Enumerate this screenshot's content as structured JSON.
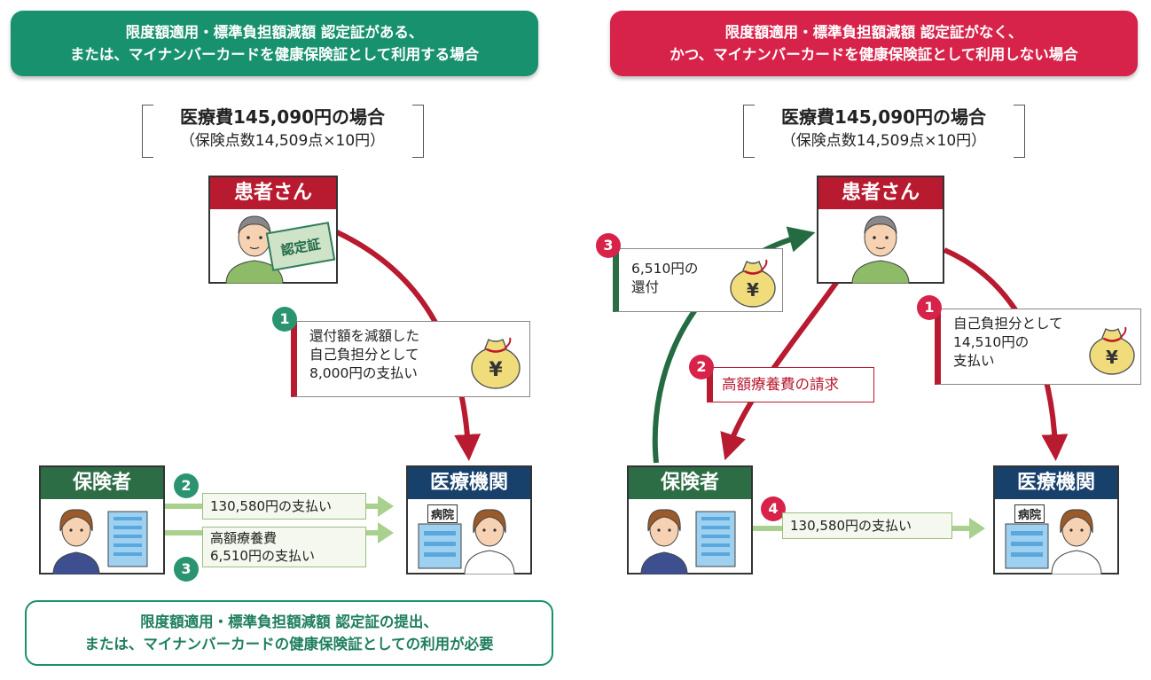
{
  "left": {
    "banner": [
      "限度額適用・標準負担額減額 認定証がある、",
      "または、マイナンバーカードを健康保険証として利用する場合"
    ],
    "case_title": "医療費145,090円の場合",
    "case_sub": "（保険点数14,509点×10円）",
    "patient_label": "患者さん",
    "certificate_card": "認定証",
    "step1_badge": "1",
    "step1_text": "還付額を減額した\n自己負担分として\n8,000円の支払い",
    "insurer_label": "保険者",
    "hospital_label": "医療機関",
    "hospital_sign": "病院",
    "step2_badge": "2",
    "step2_text": "130,580円の支払い",
    "step3_badge": "3",
    "step3_text": "高額療養費\n6,510円の支払い",
    "footer": [
      "限度額適用・標準負担額減額 認定証の提出、",
      "または、マイナンバーカードの健康保険証としての利用が必要"
    ]
  },
  "right": {
    "banner": [
      "限度額適用・標準負担額減額 認定証がなく、",
      "かつ、マイナンバーカードを健康保険証として利用しない場合"
    ],
    "case_title": "医療費145,090円の場合",
    "case_sub": "（保険点数14,509点×10円）",
    "patient_label": "患者さん",
    "step3_badge": "3",
    "step3_text": "6,510円の\n還付",
    "step1_badge": "1",
    "step1_text": "自己負担分として\n14,510円の\n支払い",
    "step2_badge": "2",
    "step2_text": "高額療養費の請求",
    "insurer_label": "保険者",
    "hospital_label": "医療機関",
    "hospital_sign": "病院",
    "step4_badge": "4",
    "step4_text": "130,580円の支払い"
  },
  "colors": {
    "green_banner": "#18916e",
    "red_banner": "#d7234a",
    "arrow_red": "#b81a30",
    "arrow_green": "#256b42",
    "pay_arrow": "#a9d08e"
  },
  "icons": [
    "money-bag-yen-icon",
    "patient-avatar-icon",
    "insurer-staff-icon",
    "nurse-icon",
    "building-icon"
  ]
}
